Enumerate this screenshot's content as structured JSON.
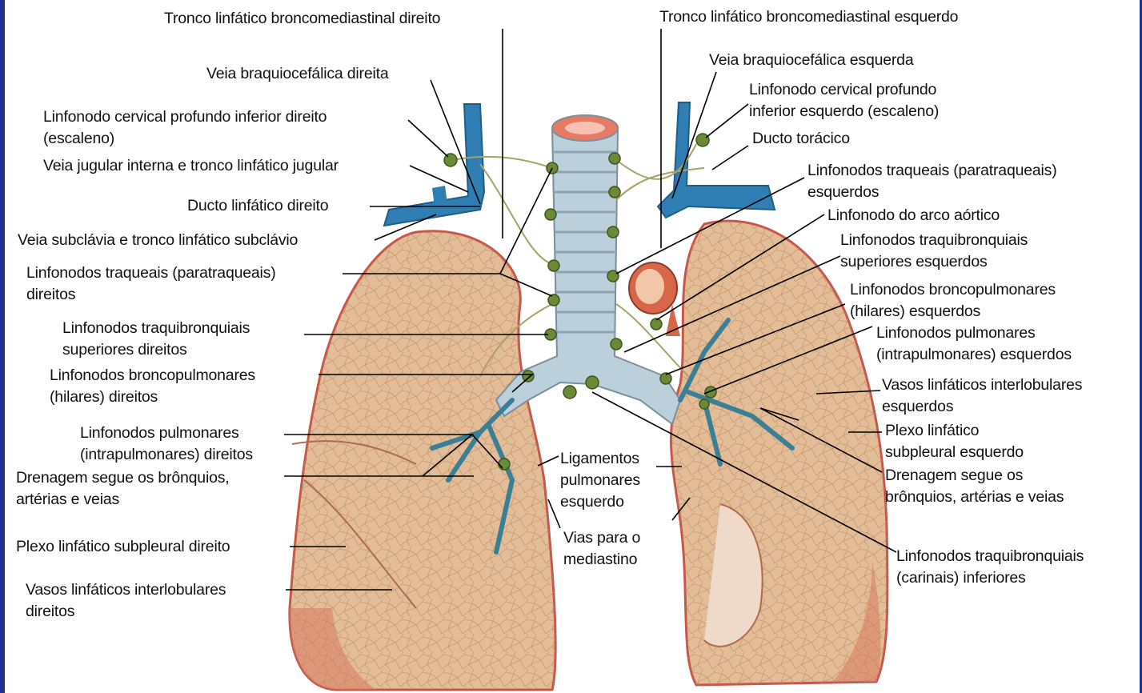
{
  "labels": {
    "tronco_bronco_dir": "Tronco linfático broncomediastinal direito",
    "tronco_bronco_esq": "Tronco linfático broncomediastinal esquerdo",
    "veia_braq_dir": "Veia braquiocefálica direita",
    "veia_braq_esq": "Veia braquiocefálica esquerda",
    "linf_cerv_dir_1": "Linfonodo cervical profundo inferior direito",
    "linf_cerv_dir_2": "(escaleno)",
    "linf_cerv_esq_1": "Linfonodo cervical profundo",
    "linf_cerv_esq_2": "inferior esquerdo (escaleno)",
    "veia_jugular": "Veia jugular interna e tronco linfático jugular",
    "ducto_toracico": "Ducto torácico",
    "ducto_linf_dir": "Ducto linfático direito",
    "linf_traq_esq_1": "Linfonodos traqueais (paratraqueais)",
    "linf_traq_esq_2": "esquerdos",
    "veia_subclavia": "Veia subclávia e tronco linfático subclávio",
    "linf_arco": "Linfonodo do arco aórtico",
    "linf_traqbr_sup_esq_1": "Linfonodos traquibronquiais",
    "linf_traqbr_sup_esq_2": "superiores esquerdos",
    "linf_traq_dir_1": "Linfonodos traqueais (paratraqueais)",
    "linf_traq_dir_2": "direitos",
    "linf_broncopulm_esq_1": "Linfonodos broncopulmonares",
    "linf_broncopulm_esq_2": "(hilares) esquerdos",
    "linf_traqbr_sup_dir_1": "Linfonodos traquibronquiais",
    "linf_traqbr_sup_dir_2": "superiores direitos",
    "linf_pulm_esq_1": "Linfonodos pulmonares",
    "linf_pulm_esq_2": "(intrapulmonares) esquerdos",
    "linf_broncopulm_dir_1": "Linfonodos broncopulmonares",
    "linf_broncopulm_dir_2": "(hilares) direitos",
    "vasos_interlob_esq_1": "Vasos linfáticos interlobulares",
    "vasos_interlob_esq_2": "esquerdos",
    "linf_pulm_dir_1": "Linfonodos pulmonares",
    "linf_pulm_dir_2": "(intrapulmonares) direitos",
    "ligamentos_1": "Ligamentos",
    "ligamentos_2": "pulmonares",
    "ligamentos_3": "esquerdo",
    "plexo_esq_1": "Plexo linfático",
    "plexo_esq_2": "subpleural esquerdo",
    "drenagem_dir_1": "Drenagem segue os brônquios,",
    "drenagem_dir_2": "artérias e veias",
    "drenagem_esq_1": "Drenagem segue os",
    "drenagem_esq_2": "brônquios, artérias e veias",
    "plexo_dir": "Plexo linfático subpleural direito",
    "vias_1": "Vias para o",
    "vias_2": "mediastino",
    "linf_carinais_1": "Linfonodos traquibronquiais",
    "linf_carinais_2": "(carinais) inferiores",
    "vasos_interlob_dir_1": "Vasos linfáticos interlobulares",
    "vasos_interlob_dir_2": "direitos"
  },
  "colors": {
    "lung_fill": "#e3bc98",
    "lung_edge": "#c5584a",
    "vein": "#2f7fb4",
    "trachea": "#bcd0dc",
    "node": "#6b8a36",
    "aorta": "#d8674a",
    "frame": "#1f2f8f"
  }
}
